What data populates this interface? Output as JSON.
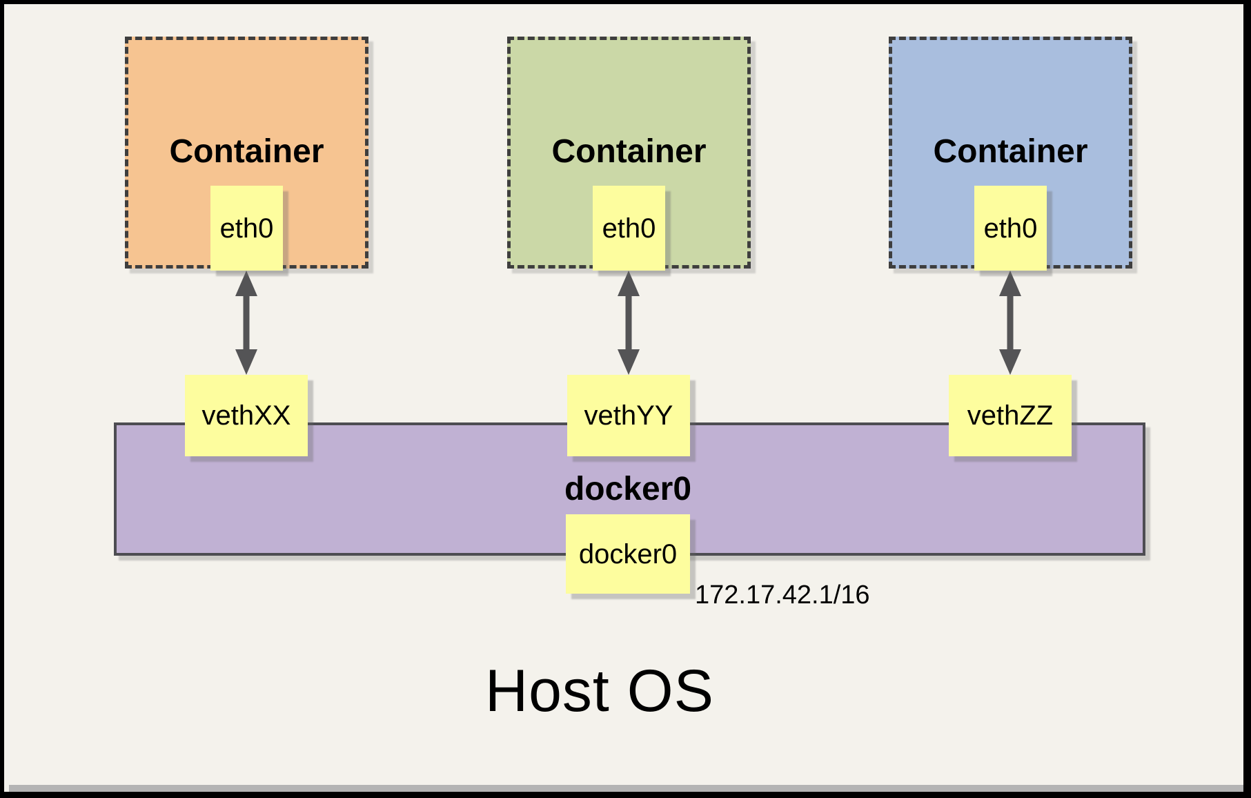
{
  "host_label": "Host OS",
  "containers": [
    {
      "label": "Container",
      "interface": "eth0",
      "veth": "vethXX",
      "color": "#F6C491"
    },
    {
      "label": "Container",
      "interface": "eth0",
      "veth": "vethYY",
      "color": "#CBD8A7"
    },
    {
      "label": "Container",
      "interface": "eth0",
      "veth": "vethZZ",
      "color": "#A9BEDE"
    }
  ],
  "bridge": {
    "label": "docker0",
    "interface_label": "docker0",
    "ip": "172.17.42.1/16",
    "color": "#C0B1D3"
  },
  "colors": {
    "canvas_background": "#F4F2EC",
    "interface_box": "#FDFD9E",
    "bridge_bar": "#C0B1D3",
    "arrow": "#545456",
    "dashed_border": "#3E3E3E",
    "frame": "#000000"
  }
}
